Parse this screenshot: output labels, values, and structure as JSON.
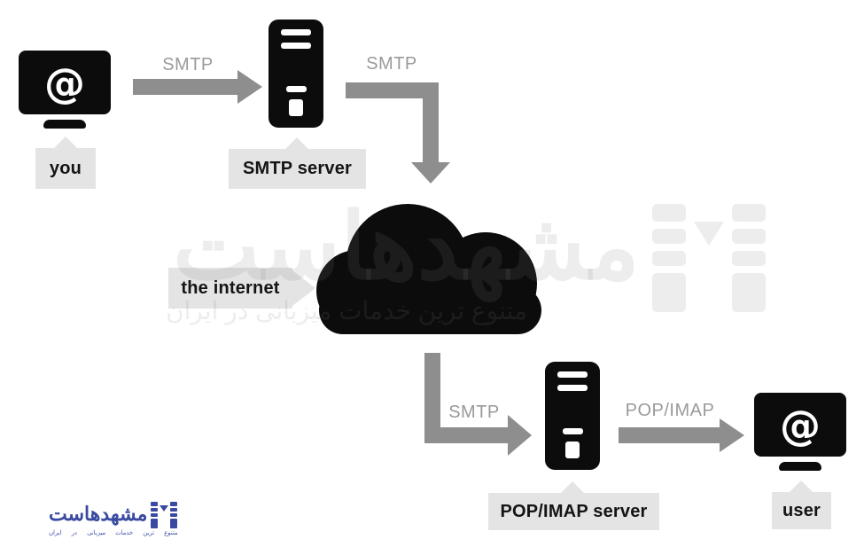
{
  "diagram": {
    "at_glyph": "@",
    "nodes": [
      {
        "id": "you",
        "type": "monitor",
        "label": "you"
      },
      {
        "id": "smtp_server",
        "type": "server",
        "label": "SMTP server"
      },
      {
        "id": "internet",
        "type": "cloud",
        "label": "the internet"
      },
      {
        "id": "pop_imap_server",
        "type": "server",
        "label": "POP/IMAP server"
      },
      {
        "id": "user",
        "type": "monitor",
        "label": "user"
      }
    ],
    "edges": [
      {
        "from": "you",
        "to": "smtp_server",
        "label": "SMTP"
      },
      {
        "from": "smtp_server",
        "to": "internet",
        "label": "SMTP"
      },
      {
        "from": "internet",
        "to": "pop_imap_server",
        "label": "SMTP"
      },
      {
        "from": "pop_imap_server",
        "to": "user",
        "label": "POP/IMAP"
      }
    ]
  },
  "watermark": {
    "title": "مشهدهاست",
    "subtitle": "متنوع ترین خدمات میزبانی در ایران"
  },
  "logo": {
    "title": "مشهدهاست",
    "subtitle": "متنوع ترین خدمات میزبانی در ایران"
  },
  "colors": {
    "background": "#ffffff",
    "icon_black": "#0c0c0c",
    "arrow_gray": "#8e8e8e",
    "arrow_label_gray": "#9a9a9a",
    "label_box_gray": "#e4e4e4",
    "logo_blue": "#3a4aa1",
    "watermark_gray": "rgba(125,125,125,0.14)"
  }
}
